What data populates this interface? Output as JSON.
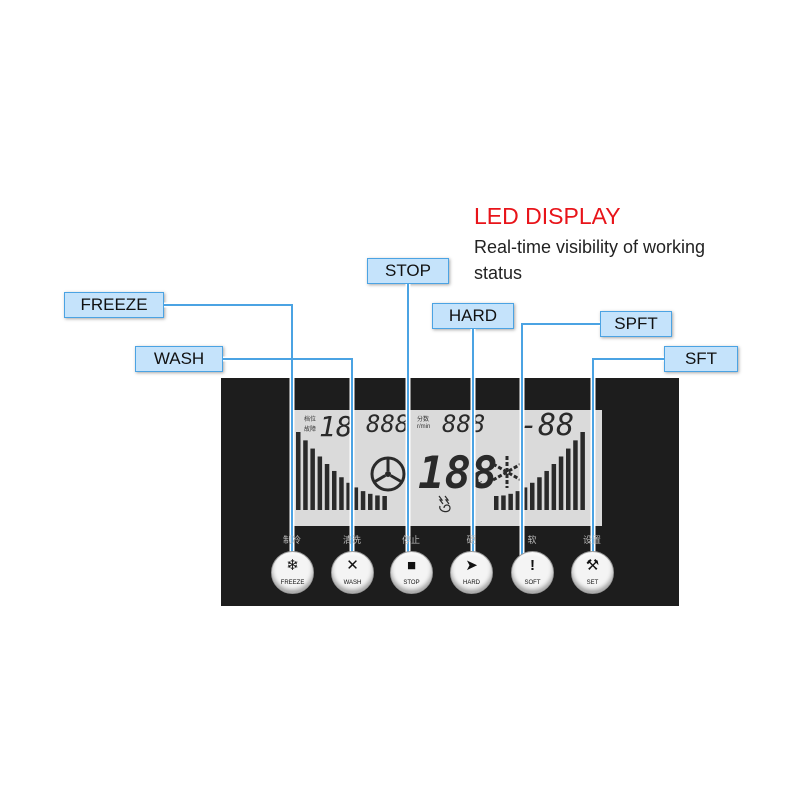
{
  "header": {
    "title": "LED DISPLAY",
    "subtitle": "Real-time visibility of working status"
  },
  "colors": {
    "title": "#e8141a",
    "callout_fill": "#c5e3fb",
    "callout_border": "#4ba3e3",
    "panel": "#1d1d1d",
    "lcd": "#dadada"
  },
  "callouts": {
    "freeze": "FREEZE",
    "wash": "WASH",
    "stop": "STOP",
    "hard": "HARD",
    "spft": "SPFT",
    "sft": "SFT"
  },
  "lcd": {
    "small_label_1": "档位",
    "small_label_2": "故障",
    "digits_gear": "18",
    "digits_speed": "888",
    "speed_label": "分数",
    "speed_unit": "r/min",
    "digits_mid": "888",
    "digits_right": "-88",
    "digits_big": "188",
    "percent": "%",
    "bar_level_left": 1.0,
    "bar_level_right": 1.0
  },
  "buttons": [
    {
      "cn": "制冷",
      "label": "FREEZE",
      "icon": "snowflake-icon"
    },
    {
      "cn": "清洗",
      "label": "WASH",
      "icon": "fan-icon"
    },
    {
      "cn": "停止",
      "label": "STOP",
      "icon": "stop-icon"
    },
    {
      "cn": "硬",
      "label": "HARD",
      "icon": "arrow-icon"
    },
    {
      "cn": "软",
      "label": "SOFT",
      "icon": "exclamation-icon"
    },
    {
      "cn": "设置",
      "label": "SET",
      "icon": "wrench-icon"
    }
  ]
}
